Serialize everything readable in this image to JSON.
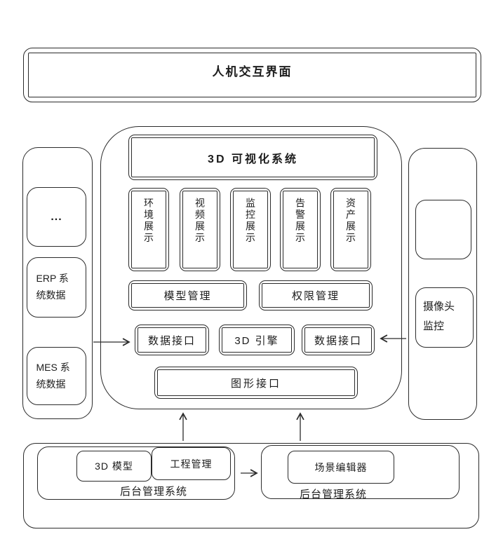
{
  "page": {
    "background": "#ffffff",
    "line_color": "#2b2b2b"
  },
  "top_banner": {
    "label": "人机交互界面"
  },
  "center_system": {
    "title": "3D 可视化系统",
    "display_modules": [
      "环境展示",
      "视频展示",
      "监控展示",
      "告警展示",
      "资产展示"
    ],
    "management_modules": [
      "模型管理",
      "权限管理"
    ],
    "interface_row": [
      "数据接口",
      "3D 引擎",
      "数据接口"
    ],
    "graphics_interface": "图形接口"
  },
  "left_panel": {
    "more": "...",
    "erp": "ERP 系统数据",
    "mes": "MES 系统数据"
  },
  "right_panel": {
    "camera": "摄像头监控"
  },
  "bottom_left_system": {
    "modules": [
      "3D 模型",
      "工程管理"
    ],
    "label": "后台管理系统"
  },
  "bottom_right_system": {
    "modules": [
      "场景编辑器"
    ],
    "label": "后台管理系统"
  }
}
